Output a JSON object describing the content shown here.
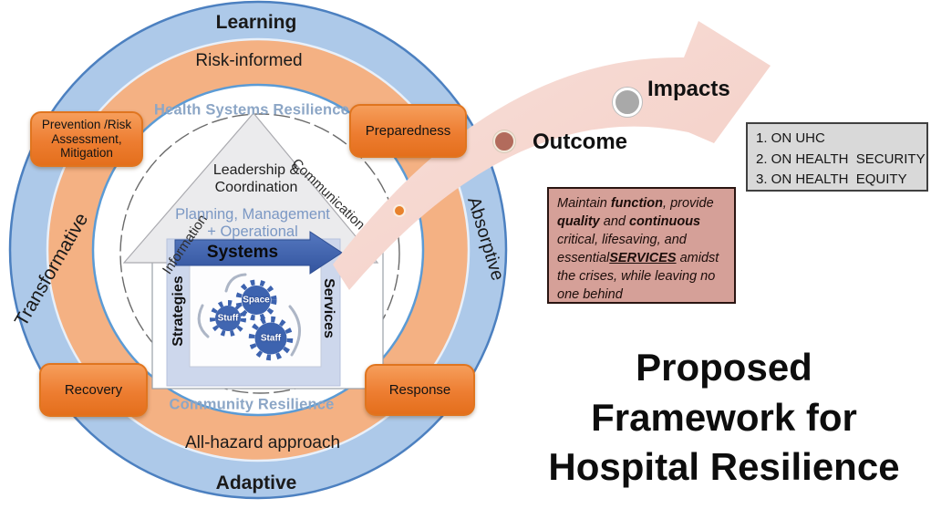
{
  "diagram": {
    "rings": {
      "outer_top": "Learning",
      "outer_right": "Absorptive",
      "outer_bottom": "Adaptive",
      "outer_left": "Transformative",
      "middle_top": "Risk-informed",
      "middle_bottom": "All-hazard approach",
      "inner_top": "Health Systems Resilience",
      "inner_bottom": "Community Resilience"
    },
    "phases": [
      {
        "label": "Prevention /Risk Assessment, Mitigation"
      },
      {
        "label": "Preparedness"
      },
      {
        "label": "Recovery"
      },
      {
        "label": "Response"
      }
    ],
    "house": {
      "roof_left": "Information",
      "roof_right": "Communication",
      "leadership": "Leadership & Coordination",
      "management": "Planning, Management + Operational",
      "arrow_label": "Systems",
      "left_side": "Strategies",
      "right_side": "Services",
      "gears": [
        {
          "label": "Space"
        },
        {
          "label": "Stuff"
        },
        {
          "label": "Staff"
        }
      ]
    }
  },
  "flow": {
    "outcome_label": "Outcome",
    "impacts_label": "Impacts",
    "impacts_list": [
      "1. ON UHC",
      "2. ON HEALTH  SECURITY",
      "3. ON HEALTH  EQUITY"
    ],
    "note_segments": [
      {
        "text": "Maintain ",
        "style": ""
      },
      {
        "text": "function",
        "style": "b"
      },
      {
        "text": ", provide ",
        "style": ""
      },
      {
        "text": "quality",
        "style": "b"
      },
      {
        "text": " and ",
        "style": ""
      },
      {
        "text": "continuous",
        "style": "b"
      },
      {
        "text": " critical, lifesaving, and essential",
        "style": ""
      },
      {
        "text": "SERVICES",
        "style": "bu"
      },
      {
        "text": " amidst the crises, while leaving no one behind",
        "style": ""
      }
    ]
  },
  "title": {
    "lines": [
      "Proposed",
      "Framework for",
      "Hospital Resilience"
    ]
  },
  "colors": {
    "outer_ring": "#adc9e9",
    "ring_border": "#4c80c0",
    "middle_ring": "#f4b183",
    "phase_orange": "#ed7d31",
    "systems_blue": "#3e63ae",
    "panel_blue": "#cdd7ec",
    "swoosh_pink": "#f5d5ce",
    "note_bg": "#d5a098",
    "impacts_gray": "#d9d9d9",
    "outcome_dot": "#b26b5c",
    "impacts_dot": "#a9a9a9"
  }
}
